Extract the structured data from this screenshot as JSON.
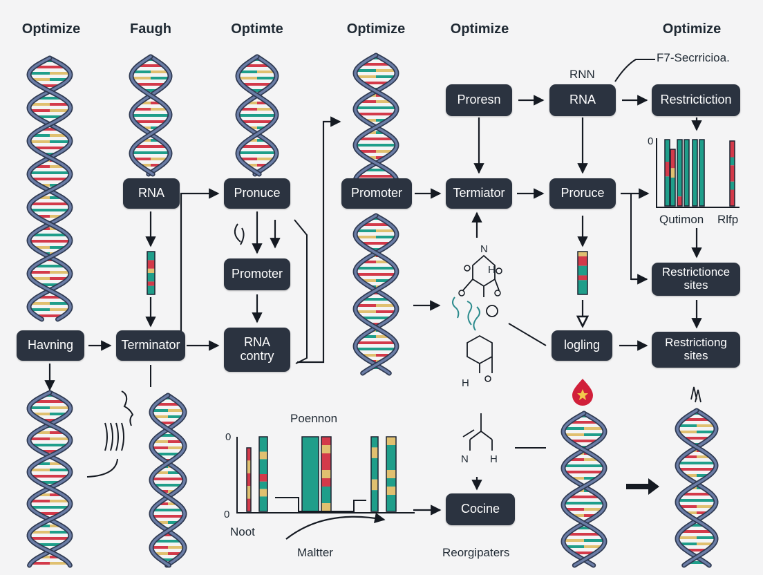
{
  "headers": [
    "Optimize",
    "Faugh",
    "Optimte",
    "Optimize",
    "Optimize",
    "Optimize"
  ],
  "nodes": {
    "proresn": "Proresn",
    "rna_top": "RNA",
    "restriction_top": "Restrictiction",
    "rna_left": "RNA",
    "pronuce": "Pronuce",
    "promoter_col4": "Promoter",
    "terminator_col5": "Termiator",
    "proruce": "Proruce",
    "promoter_col3": "Promoter",
    "restriction_sites": "Restrictionce sites",
    "havning": "Havning",
    "terminator_col2": "Terminator",
    "rna_contry": "RNA\ncontry",
    "logling": "logling",
    "restrictiong_sites": "Restrictiong sites",
    "cocine": "Cocine"
  },
  "labels": {
    "rnn": "RNN",
    "f7_callout": "F7-Secrricioa.",
    "poennon": "Poennon",
    "noot": "Noot",
    "maltter": "Maltter",
    "reorgipaters": "Reorgipaters",
    "qutimon": "Qutimon",
    "rlfp": "Rlfp",
    "chem_n1": "N",
    "chem_h1": "H",
    "chem_h2": "H",
    "chem_n2": "N",
    "chem_h3": "H"
  },
  "axes": {
    "right_top_zero": "0",
    "bottom_zero_top": "0",
    "bottom_zero_bottom": "0"
  },
  "colors": {
    "background": "#f4f4f5",
    "node_bg": "#2b3340",
    "strand_outline": "#2f3a52",
    "strand_fill": "#6b7da6",
    "teal": "#1f9e8a",
    "red": "#d33a4a",
    "gold": "#e0c070",
    "drop": "#d11f3a",
    "star": "#f2c94c"
  },
  "icons": [
    "dna-helix-icon",
    "sound-wave-icon",
    "molecule-icon",
    "droplet-icon",
    "arrow-icon"
  ]
}
